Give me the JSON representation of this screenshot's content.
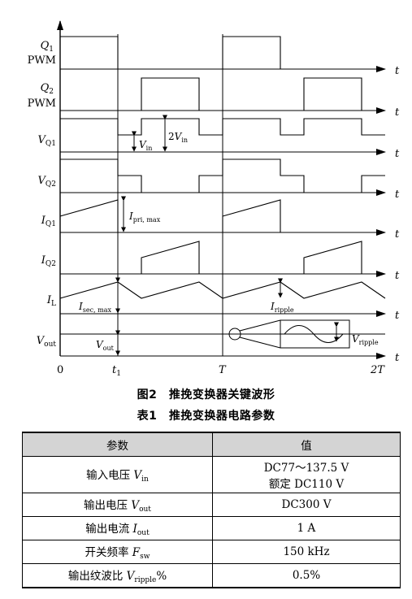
{
  "figure": {
    "signal_labels": {
      "q1": "Q",
      "q1_sub": "1",
      "q1_pwm": "PWM",
      "q2": "Q",
      "q2_sub": "2",
      "q2_pwm": "PWM",
      "vq1": "V",
      "vq1_sub": "Q1",
      "vq2": "V",
      "vq2_sub": "Q2",
      "iq1": "I",
      "iq1_sub": "Q1",
      "iq2": "I",
      "iq2_sub": "Q2",
      "il": "I",
      "il_sub": "L",
      "vout": "V",
      "vout_sub": "out"
    },
    "axis_t": "t",
    "annotations": {
      "vin": "V",
      "vin_sub": "in",
      "two_vin_coef": "2",
      "two_vin": "V",
      "two_vin_sub": "in",
      "ipri": "I",
      "ipri_sub": "pri, max",
      "isec": "I",
      "isec_sub": "sec, max",
      "iripple": "I",
      "iripple_sub": "ripple",
      "vout": "V",
      "vout_sub": "out",
      "vripple": "V",
      "vripple_sub": "ripple"
    },
    "time_ticks": {
      "zero": "0",
      "t1": "t",
      "t1_sub": "1",
      "T": "T",
      "twoT": "2T"
    }
  },
  "captions": {
    "figure": "图2　推挽变换器关键波形",
    "table": "表1　推挽变换器电路参数"
  },
  "table": {
    "headers": [
      "参数",
      "值"
    ],
    "rows": [
      {
        "name": "输入电压 ",
        "sym": "V",
        "sub": "in",
        "tail": "",
        "value_lines": [
          "DC77～137.5 V",
          "额定 DC110 V"
        ]
      },
      {
        "name": "输出电压 ",
        "sym": "V",
        "sub": "out",
        "tail": "",
        "value_lines": [
          "DC300 V"
        ]
      },
      {
        "name": "输出电流 ",
        "sym": "I",
        "sub": "out",
        "tail": "",
        "value_lines": [
          "1 A"
        ]
      },
      {
        "name": "开关频率 ",
        "sym": "F",
        "sub": "sw",
        "tail": "",
        "value_lines": [
          "150 kHz"
        ]
      },
      {
        "name": "输出纹波比 ",
        "sym": "V",
        "sub": "ripple",
        "tail": "%",
        "value_lines": [
          "0.5%"
        ]
      }
    ]
  }
}
